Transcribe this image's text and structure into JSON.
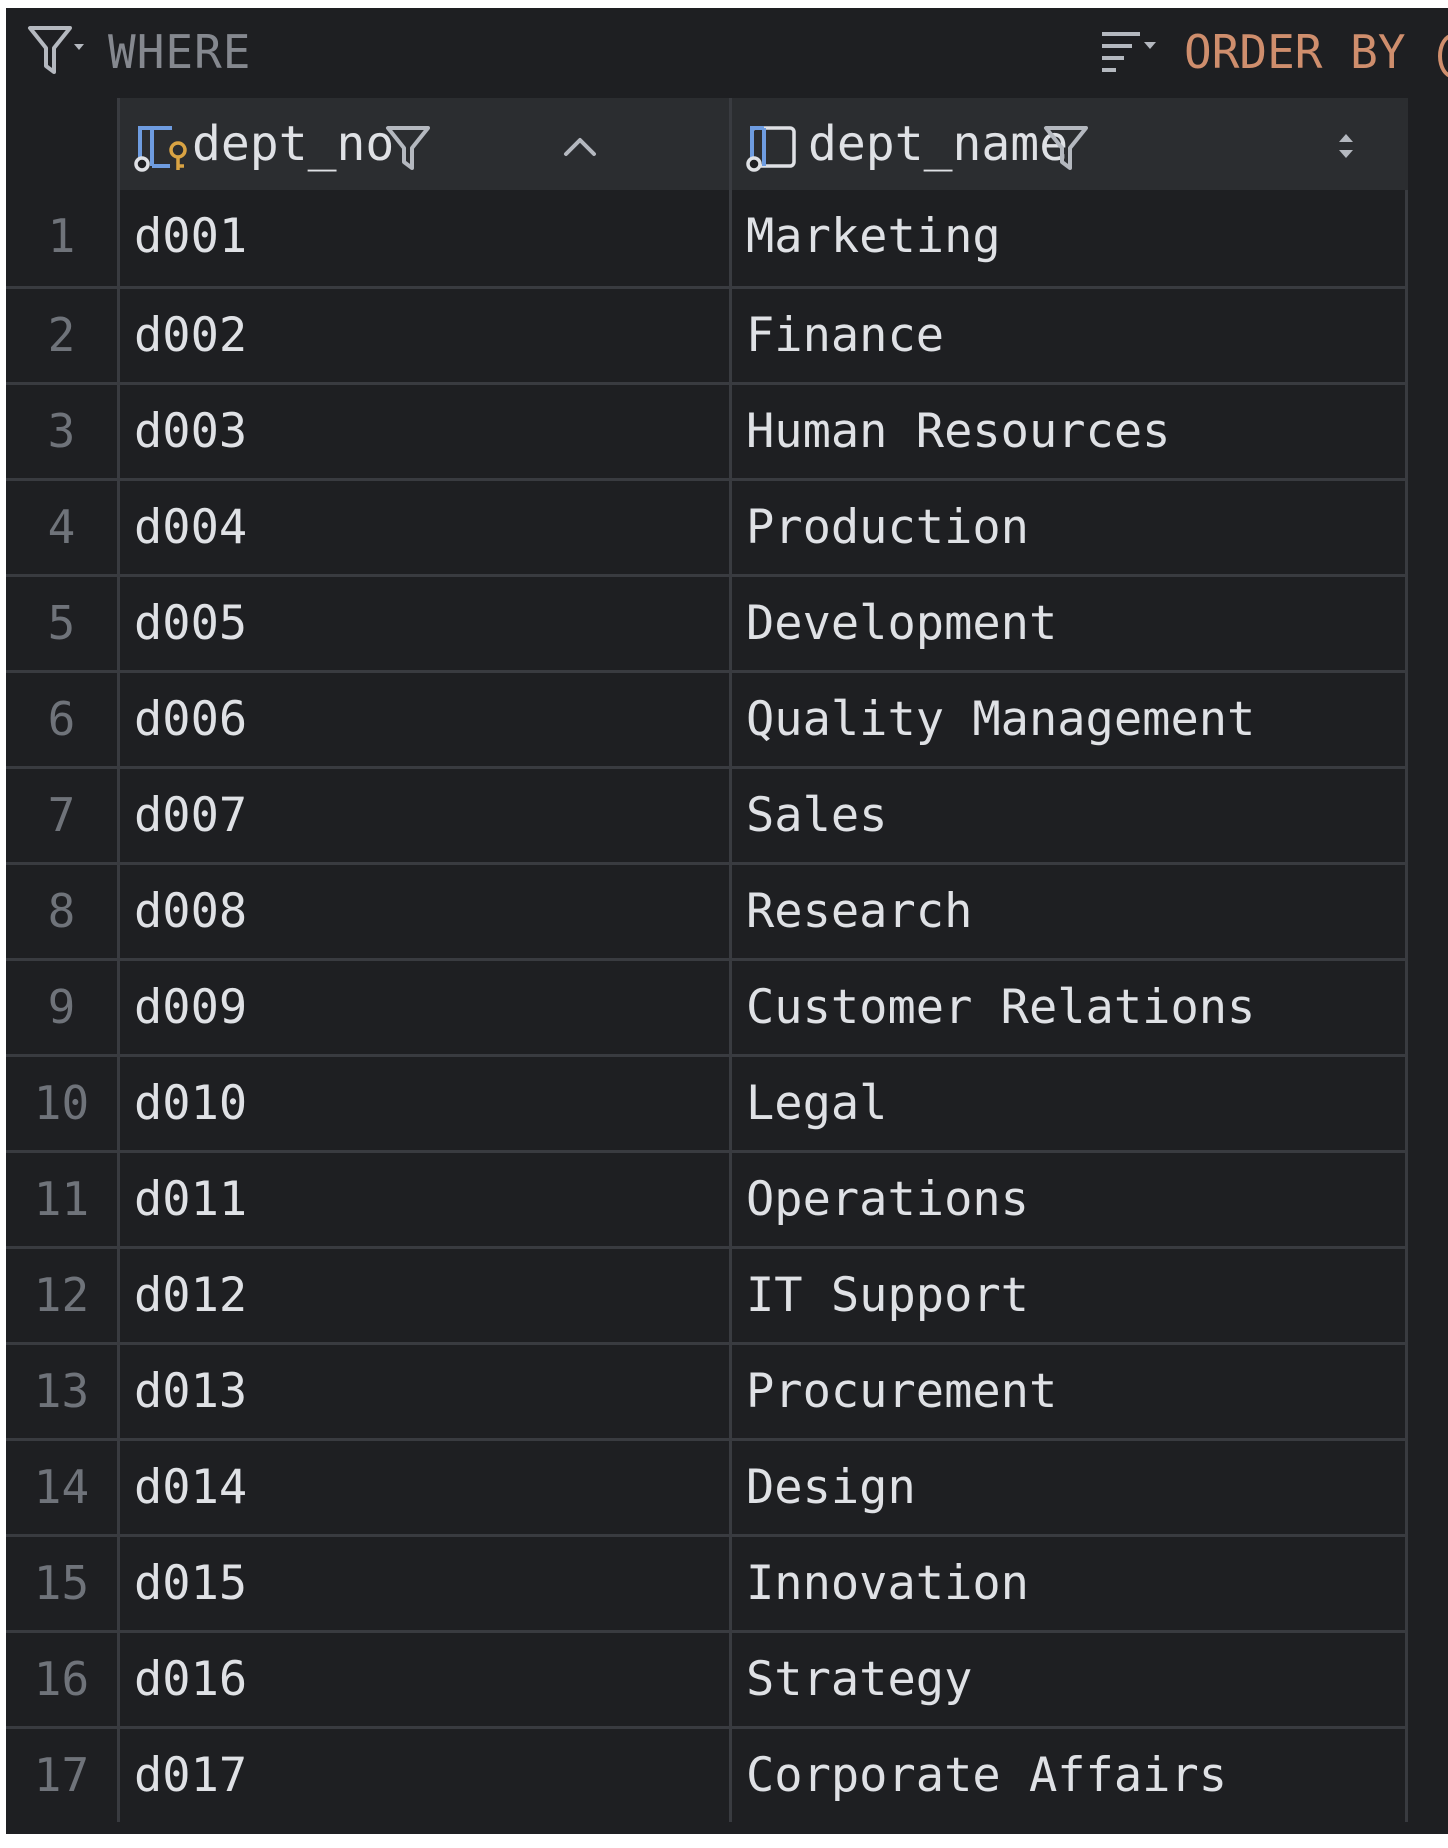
{
  "toolbar": {
    "filter_icon": "filter-funnel-dropdown-icon",
    "where_label": "WHERE",
    "sort_icon": "sort-lines-dropdown-icon",
    "order_label": "ORDER BY"
  },
  "columns": [
    {
      "name": "dept_no",
      "icon": "primary-key-column-icon",
      "sort": "ascending"
    },
    {
      "name": "dept_name",
      "icon": "column-icon",
      "sort": "none"
    }
  ],
  "rows": [
    {
      "num": "1",
      "dept_no": "d001",
      "dept_name": "Marketing"
    },
    {
      "num": "2",
      "dept_no": "d002",
      "dept_name": "Finance"
    },
    {
      "num": "3",
      "dept_no": "d003",
      "dept_name": "Human Resources"
    },
    {
      "num": "4",
      "dept_no": "d004",
      "dept_name": "Production"
    },
    {
      "num": "5",
      "dept_no": "d005",
      "dept_name": "Development"
    },
    {
      "num": "6",
      "dept_no": "d006",
      "dept_name": "Quality Management"
    },
    {
      "num": "7",
      "dept_no": "d007",
      "dept_name": "Sales"
    },
    {
      "num": "8",
      "dept_no": "d008",
      "dept_name": "Research"
    },
    {
      "num": "9",
      "dept_no": "d009",
      "dept_name": "Customer Relations"
    },
    {
      "num": "10",
      "dept_no": "d010",
      "dept_name": "Legal"
    },
    {
      "num": "11",
      "dept_no": "d011",
      "dept_name": "Operations"
    },
    {
      "num": "12",
      "dept_no": "d012",
      "dept_name": "IT Support"
    },
    {
      "num": "13",
      "dept_no": "d013",
      "dept_name": "Procurement"
    },
    {
      "num": "14",
      "dept_no": "d014",
      "dept_name": "Design"
    },
    {
      "num": "15",
      "dept_no": "d015",
      "dept_name": "Innovation"
    },
    {
      "num": "16",
      "dept_no": "d016",
      "dept_name": "Strategy"
    },
    {
      "num": "17",
      "dept_no": "d017",
      "dept_name": "Corporate Affairs"
    }
  ],
  "colors": {
    "background": "#1e1f22",
    "header": "#2b2d30",
    "grid_line": "#393b40",
    "text": "#dfe1e5",
    "muted": "#6f737a",
    "keyword": "#cf8e6d",
    "column_icon": "#6e9ce0",
    "key_icon": "#d9a343"
  }
}
